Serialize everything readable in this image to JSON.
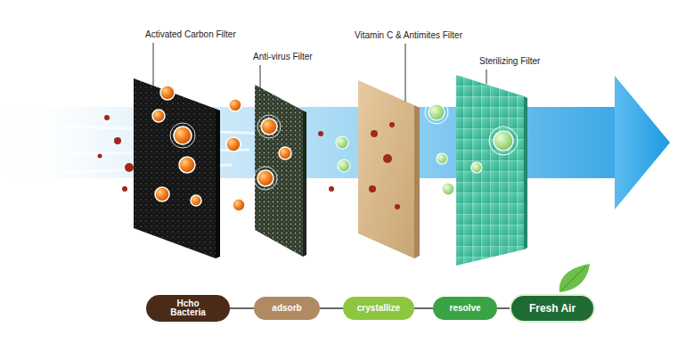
{
  "diagram": {
    "nodes": [
      {
        "text": [
          "Hcho Bacteria"
        ]
      },
      {
        "text": [
          "adsorb"
        ]
      },
      {
        "text": [
          "crystallize"
        ]
      },
      {
        "text": [
          "resolve"
        ]
      },
      {
        "text": [
          "Fresh Air"
        ]
      }
    ],
    "edges": [
      {
        "from": 0,
        "to": 1,
        "arrow": "none"
      },
      {
        "from": 1,
        "to": 2,
        "arrow": "none"
      },
      {
        "from": 2,
        "to": 3,
        "arrow": "none"
      },
      {
        "from": 3,
        "to": 4,
        "arrow": "none"
      }
    ],
    "labels": [
      "Activated Carbon Filter",
      "Anti-virus Filter",
      "Vitamin C & Antimites Filter",
      "Sterilizing Filter"
    ]
  }
}
